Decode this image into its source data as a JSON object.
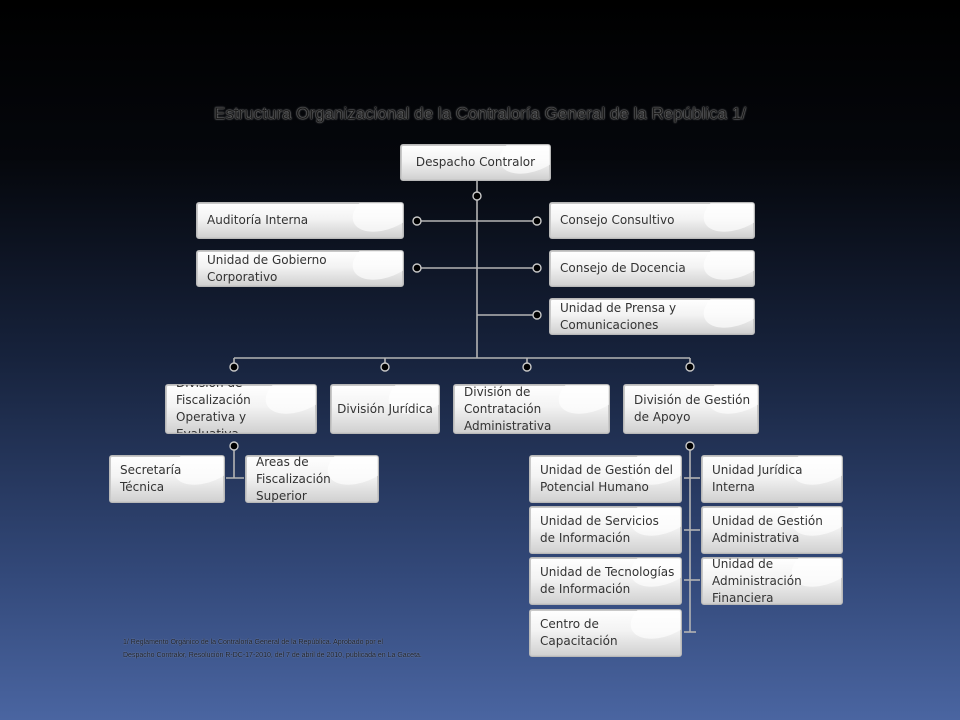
{
  "title": "Estructura Organizacional de la Contraloría General de la República 1/",
  "nodes": {
    "despacho": "Despacho Contralor",
    "auditoria": "Auditoría Interna",
    "gobierno": "Unidad de Gobierno Corporativo",
    "consejo_consultivo": "Consejo Consultivo",
    "consejo_docencia": "Consejo de Docencia",
    "prensa": "Unidad de Prensa y Comunicaciones",
    "div_fiscalizacion": "División de Fiscalización\nOperativa y Evaluativa",
    "div_juridica": "División Jurídica",
    "div_contratacion": "División de Contratación\nAdministrativa",
    "div_gestion": "División de Gestión\nde Apoyo",
    "secretaria": "Secretaría Técnica",
    "areas": "Áreas de\nFiscalización Superior",
    "potencial": "Unidad de Gestión del\nPotencial Humano",
    "servicios": "Unidad de Servicios\nde Información",
    "tecnologias": "Unidad de Tecnologías\nde Información",
    "capacitacion": "Centro de Capacitación",
    "juridica_interna": "Unidad Jurídica\nInterna",
    "gestion_admin": "Unidad de Gestión\nAdministrativa",
    "admin_financiera": "Unidad de Administración\nFinanciera"
  },
  "footnote": "1/ Reglamento Orgánico de la Contraloría General de la República. Aprobado por el\nDespacho Contralor, Resolución R-DC-17-2010, del 7 de abril de 2010, publicada en La Gaceta."
}
